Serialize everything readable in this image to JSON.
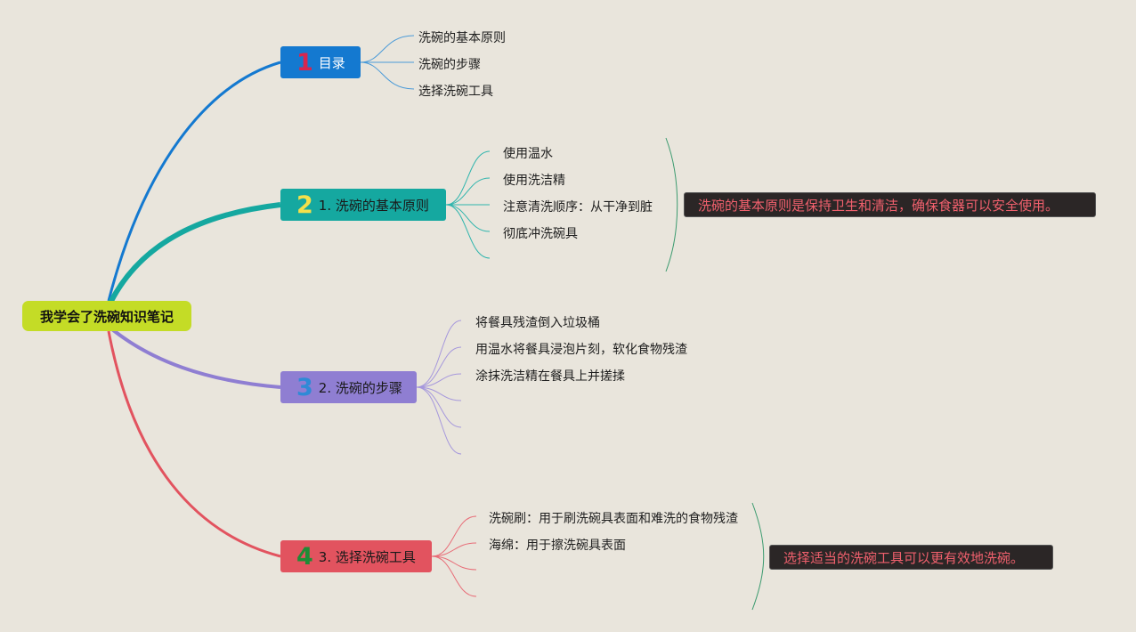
{
  "root": {
    "label": "我学会了洗碗知识笔记"
  },
  "branches": [
    {
      "number": "1",
      "label": "目录",
      "children": [
        "洗碗的基本原则",
        "洗碗的步骤",
        "选择洗碗工具"
      ]
    },
    {
      "number": "2",
      "label": "1. 洗碗的基本原则",
      "children": [
        "使用温水",
        "使用洗洁精",
        "注意清洗顺序：从干净到脏",
        "彻底冲洗碗具",
        ""
      ],
      "summary": "洗碗的基本原则是保持卫生和清洁，确保食器可以安全使用。"
    },
    {
      "number": "3",
      "label": "2. 洗碗的步骤",
      "children": [
        "将餐具残渣倒入垃圾桶",
        "用温水将餐具浸泡片刻，软化食物残渣",
        "涂抹洗洁精在餐具上并搓揉",
        "",
        "",
        ""
      ]
    },
    {
      "number": "4",
      "label": "3. 选择洗碗工具",
      "children": [
        "洗碗刷：用于刷洗碗具表面和难洗的食物残渣",
        "海绵：用于擦洗碗具表面",
        "",
        ""
      ],
      "summary": "选择适当的洗碗工具可以更有效地洗碗。"
    }
  ],
  "colors": {
    "background": "#e9e5dc",
    "root": "#c4dc26",
    "branch1": "#1479d0",
    "branch2": "#15a8a0",
    "branch3": "#8f7ed2",
    "branch4": "#e2535f",
    "summary_bg": "#2b2626",
    "summary_text": "#f0606d"
  }
}
